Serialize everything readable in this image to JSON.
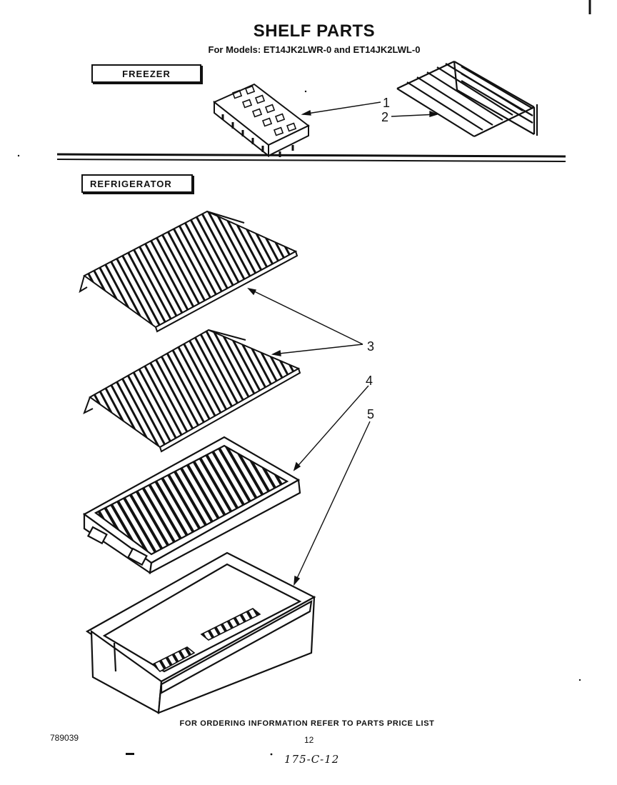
{
  "header": {
    "title": "SHELF PARTS",
    "subtitle": "For Models: ET14JK2LWR-0 and ET14JK2LWL-0"
  },
  "sections": {
    "freezer": "FREEZER",
    "refrigerator": "REFRIGERATOR"
  },
  "callouts": [
    "1",
    "2",
    "3",
    "4",
    "5"
  ],
  "footer": {
    "note": "FOR ORDERING INFORMATION REFER TO PARTS PRICE LIST",
    "doc_number": "789039",
    "page_number": "12",
    "handwritten": "175-C-12"
  }
}
